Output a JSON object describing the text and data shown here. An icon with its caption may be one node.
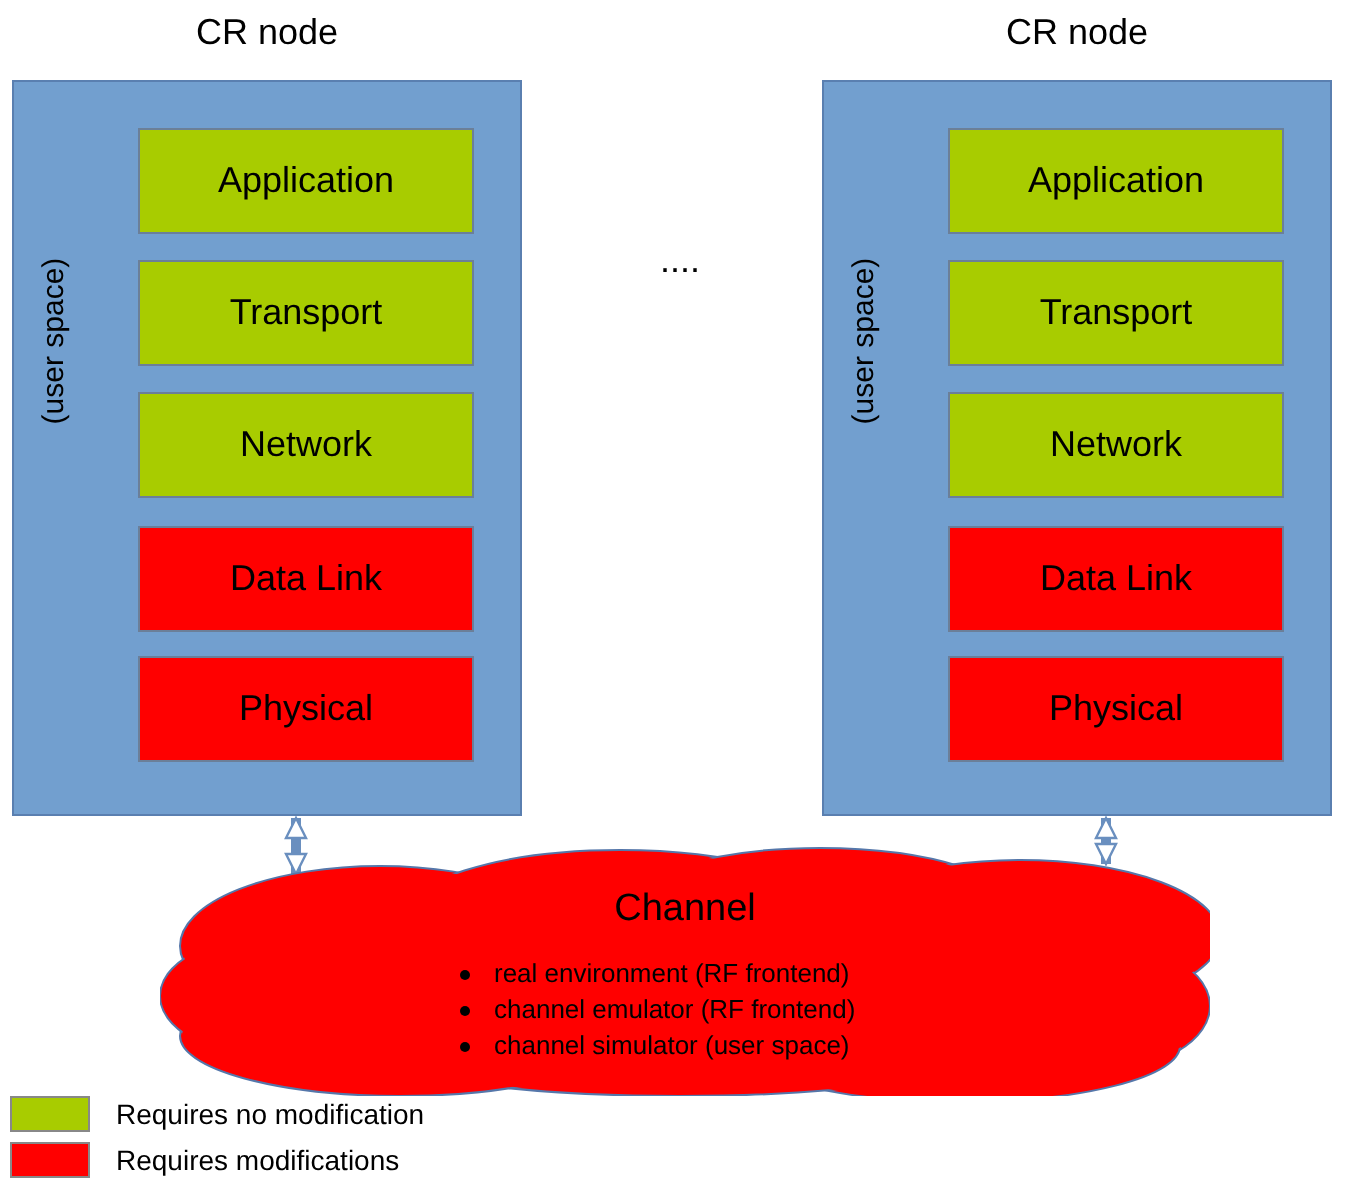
{
  "diagram": {
    "nodes": [
      {
        "text": [
          "CR node",
          "(user space)"
        ]
      },
      {
        "text": [
          "Application"
        ],
        "in": 0
      },
      {
        "text": [
          "Transport"
        ],
        "in": 0
      },
      {
        "text": [
          "Network"
        ],
        "in": 0
      },
      {
        "text": [
          "Data Link"
        ],
        "in": 0
      },
      {
        "text": [
          "Physical"
        ],
        "in": 0
      },
      {
        "text": [
          "CR node",
          "(user space)"
        ]
      },
      {
        "text": [
          "Application"
        ],
        "in": 6
      },
      {
        "text": [
          "Transport"
        ],
        "in": 6
      },
      {
        "text": [
          "Network"
        ],
        "in": 6
      },
      {
        "text": [
          "Data Link"
        ],
        "in": 6
      },
      {
        "text": [
          "Physical"
        ],
        "in": 6
      },
      {
        "text": [
          "Channel",
          "real environment (RF frontend)",
          "channel emulator (RF frontend)",
          "channel simulator (user space)"
        ]
      }
    ],
    "edges": [
      {
        "from": 0,
        "to": 12,
        "arrow": "both"
      },
      {
        "from": 6,
        "to": 12,
        "arrow": "both"
      }
    ],
    "labels": [
      "...."
    ],
    "legend": [
      {
        "text": "Requires no modification",
        "color": "#a8cc00"
      },
      {
        "text": "Requires modifications",
        "color": "#ff0000"
      }
    ]
  }
}
